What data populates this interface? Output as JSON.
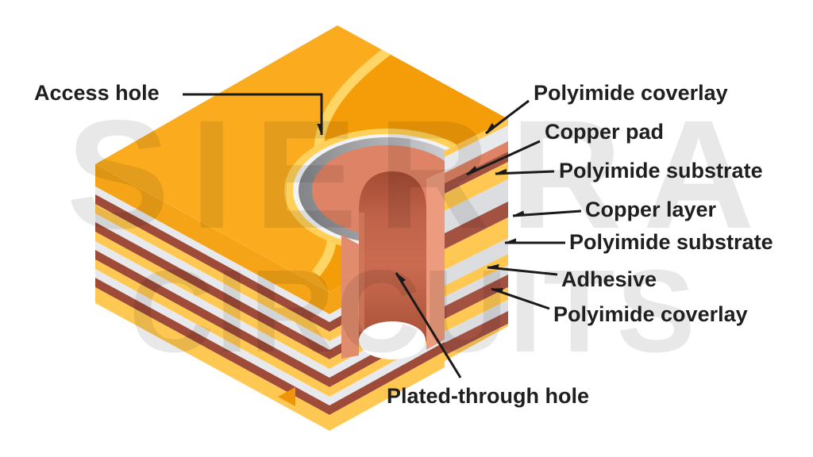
{
  "diagram": {
    "background": "#FFFFFF",
    "watermark": {
      "line1": "SIERRA",
      "line2": "CIRCUITS"
    },
    "labels": {
      "access_hole": "Access hole",
      "polyimide_coverlay_top": "Polyimide coverlay",
      "copper_pad": "Copper pad",
      "polyimide_substrate_top": "Polyimide substrate",
      "copper_layer": "Copper layer",
      "polyimide_substrate_bottom": "Polyimide substrate",
      "adhesive": "Adhesive",
      "polyimide_coverlay_bottom": "Polyimide coverlay",
      "plated_through_hole": "Plated-through hole"
    },
    "colors": {
      "top_face_light": "#FAAC1E",
      "top_face_dark": "#F49D08",
      "s_curve": "#FFD666",
      "coverlay_orange": "#F5A417",
      "coverlay_yellow": "#FFC852",
      "substrate_white": "#E7E9EC",
      "substrate_gray": "#DBDDE1",
      "copper": "#9E4B39",
      "copper_light": "#A35242",
      "pad_salmon": "#DE8365",
      "barrel_salmon_left": "#E28C6E",
      "barrel_salmon_right": "#EC9B7E",
      "bore_top": "#A54C34",
      "bore_mid": "#CA6B50",
      "bore_bottom": "#A85139",
      "ring_gray_dark": "#7F8084",
      "ring_gray_light": "#D9DBDE",
      "rim_yellow": "#FFD15A",
      "rim_white": "#F2F3F5",
      "notch_orange": "#F09409",
      "line": "#1A1A1A",
      "text": "#1F1F1F"
    },
    "stacks": {
      "left_face": [
        [
          "coverlay_orange",
          28
        ],
        [
          "substrate_white",
          10
        ],
        [
          "copper",
          12
        ],
        [
          "coverlay_yellow",
          12
        ],
        [
          "substrate_white",
          11
        ],
        [
          "copper",
          12
        ],
        [
          "coverlay_yellow",
          12
        ],
        [
          "substrate_white",
          11
        ],
        [
          "copper",
          12
        ],
        [
          "coverlay_yellow",
          12
        ],
        [
          "substrate_white",
          11
        ],
        [
          "copper",
          12
        ],
        [
          "coverlay_yellow",
          20
        ]
      ],
      "cut_face": [
        [
          "coverlay_yellow",
          8
        ],
        [
          "substrate_white",
          20
        ],
        [
          "pad_salmon",
          13
        ],
        [
          "copper_light",
          13
        ],
        [
          "coverlay_yellow",
          22
        ],
        [
          "substrate_gray",
          28
        ],
        [
          "copper_light",
          20
        ],
        [
          "coverlay_yellow",
          26
        ],
        [
          "substrate_gray",
          20
        ],
        [
          "coverlay_yellow",
          14
        ],
        [
          "substrate_gray",
          12
        ],
        [
          "copper_light",
          16
        ],
        [
          "coverlay_yellow",
          16
        ],
        [
          "substrate_gray",
          14
        ],
        [
          "copper_light",
          16
        ],
        [
          "coverlay_yellow",
          30
        ]
      ]
    }
  }
}
